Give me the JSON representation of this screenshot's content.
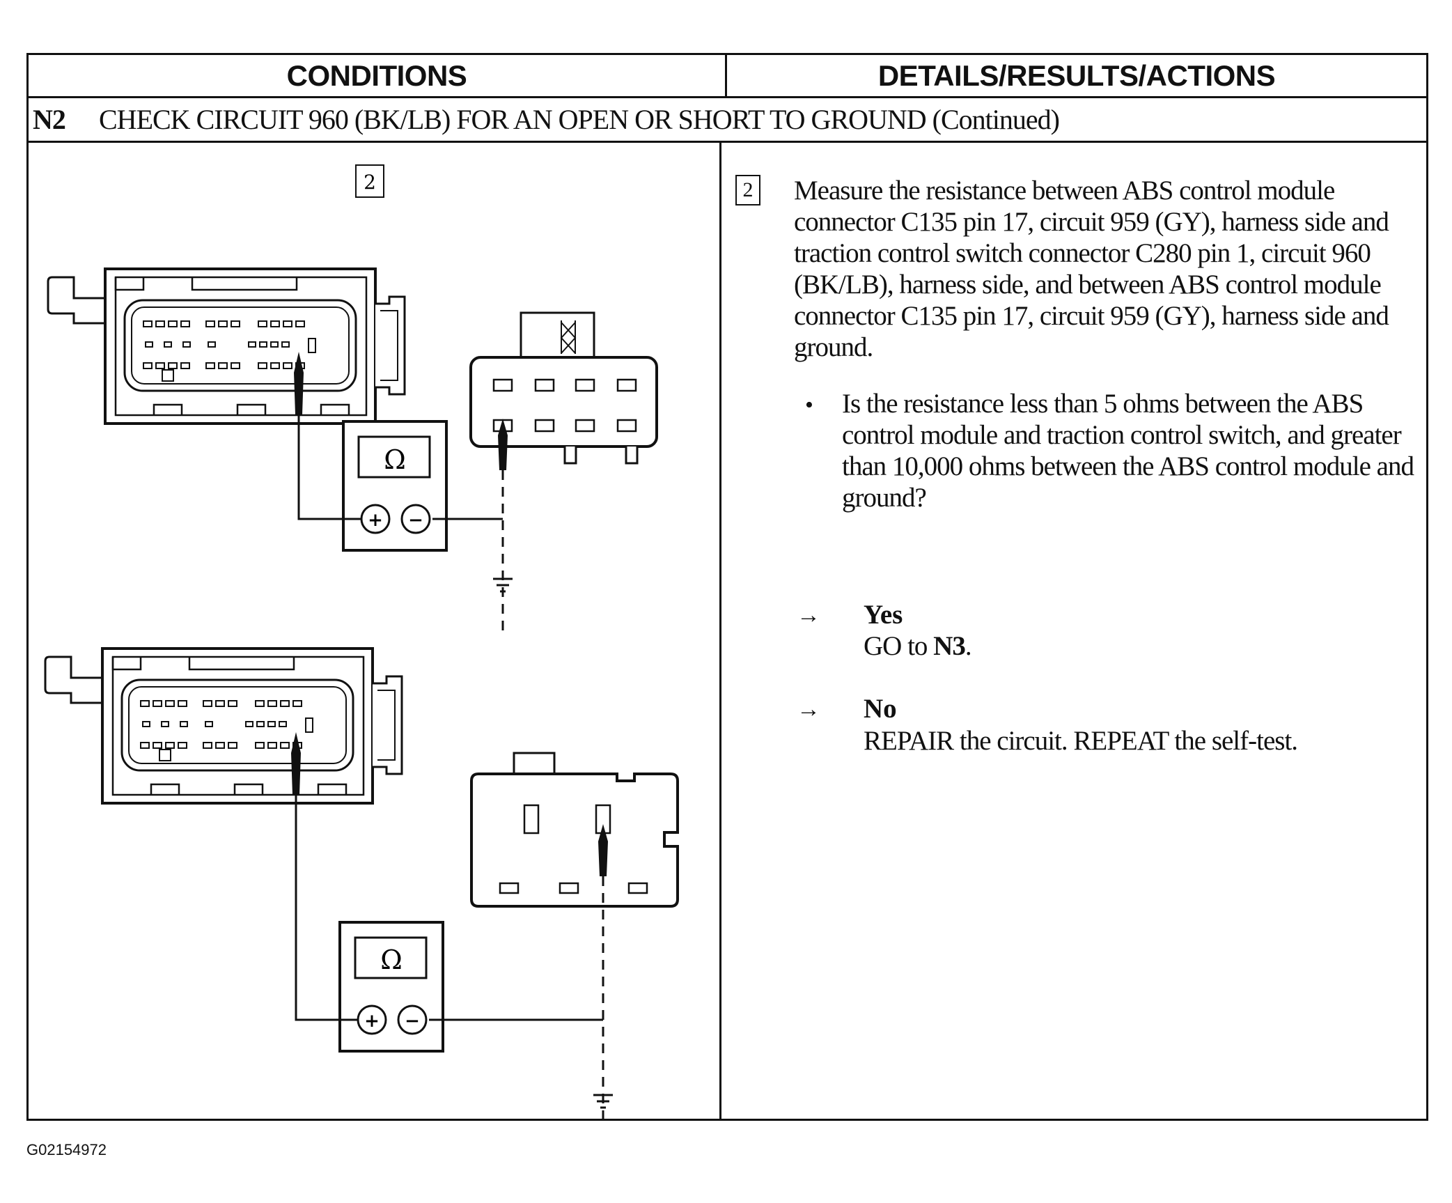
{
  "table": {
    "header_conditions": "CONDITIONS",
    "header_details": "DETAILS/RESULTS/ACTIONS",
    "step_id": "N2",
    "step_title": "CHECK CIRCUIT 960 (BK/LB) FOR AN OPEN OR SHORT TO GROUND (Continued)"
  },
  "diagram": {
    "step_box": "2",
    "meter_symbol": "Ω",
    "plus_symbol": "+",
    "minus_symbol": "−"
  },
  "details": {
    "step_box": "2",
    "instruction": "Measure the resistance between ABS control module connector C135 pin 17, circuit 959 (GY), harness side and traction control switch connector C280 pin 1, circuit 960 (BK/LB), harness side, and between ABS control module connector C135 pin 17, circuit 959 (GY), harness side and ground.",
    "bullet": "•",
    "question": "Is the resistance less than 5 ohms between the ABS control module and traction control switch, and greater than 10,000 ohms between the ABS control module and ground?",
    "arrow": "→",
    "yes_label": "Yes",
    "yes_action_prefix": "GO to ",
    "yes_action_target": "N3",
    "yes_action_suffix": ".",
    "no_label": "No",
    "no_action": "REPAIR the circuit. REPEAT the self-test."
  },
  "footer": {
    "figure_id": "G02154972"
  }
}
